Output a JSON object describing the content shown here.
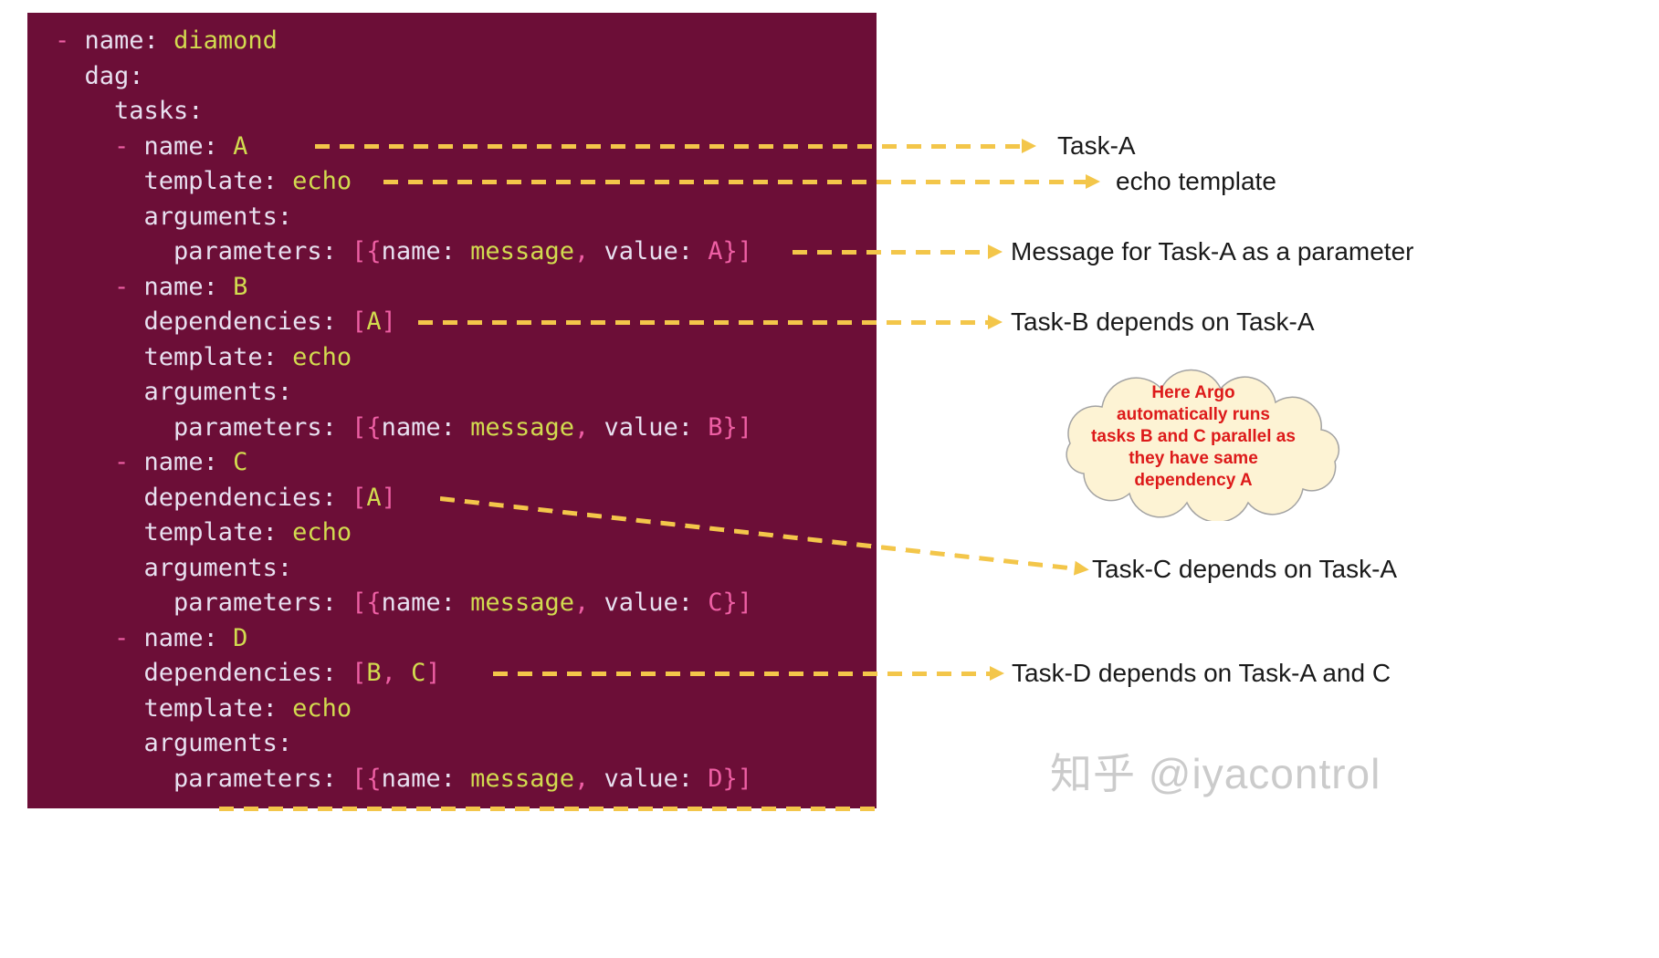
{
  "code": {
    "lines": [
      [
        {
          "t": "- ",
          "c": "p"
        },
        {
          "t": "name: ",
          "c": "k"
        },
        {
          "t": "diamond",
          "c": "y"
        }
      ],
      [
        {
          "t": "  dag:",
          "c": "k"
        }
      ],
      [
        {
          "t": "    tasks:",
          "c": "k"
        }
      ],
      [
        {
          "t": "    - ",
          "c": "p"
        },
        {
          "t": "name: ",
          "c": "k"
        },
        {
          "t": "A",
          "c": "y"
        }
      ],
      [
        {
          "t": "      template: ",
          "c": "k"
        },
        {
          "t": "echo",
          "c": "y"
        }
      ],
      [
        {
          "t": "      arguments:",
          "c": "k"
        }
      ],
      [
        {
          "t": "        parameters: ",
          "c": "k"
        },
        {
          "t": "[{",
          "c": "p"
        },
        {
          "t": "name: ",
          "c": "k"
        },
        {
          "t": "message",
          "c": "y"
        },
        {
          "t": ", ",
          "c": "p"
        },
        {
          "t": "value: ",
          "c": "k"
        },
        {
          "t": "A}]",
          "c": "p"
        }
      ],
      [
        {
          "t": "    - ",
          "c": "p"
        },
        {
          "t": "name: ",
          "c": "k"
        },
        {
          "t": "B",
          "c": "y"
        }
      ],
      [
        {
          "t": "      dependencies: ",
          "c": "k"
        },
        {
          "t": "[",
          "c": "p"
        },
        {
          "t": "A",
          "c": "y"
        },
        {
          "t": "]",
          "c": "p"
        }
      ],
      [
        {
          "t": "      template: ",
          "c": "k"
        },
        {
          "t": "echo",
          "c": "y"
        }
      ],
      [
        {
          "t": "      arguments:",
          "c": "k"
        }
      ],
      [
        {
          "t": "        parameters: ",
          "c": "k"
        },
        {
          "t": "[{",
          "c": "p"
        },
        {
          "t": "name: ",
          "c": "k"
        },
        {
          "t": "message",
          "c": "y"
        },
        {
          "t": ", ",
          "c": "p"
        },
        {
          "t": "value: ",
          "c": "k"
        },
        {
          "t": "B}]",
          "c": "p"
        }
      ],
      [
        {
          "t": "    - ",
          "c": "p"
        },
        {
          "t": "name: ",
          "c": "k"
        },
        {
          "t": "C",
          "c": "y"
        }
      ],
      [
        {
          "t": "      dependencies: ",
          "c": "k"
        },
        {
          "t": "[",
          "c": "p"
        },
        {
          "t": "A",
          "c": "y"
        },
        {
          "t": "]",
          "c": "p"
        }
      ],
      [
        {
          "t": "      template: ",
          "c": "k"
        },
        {
          "t": "echo",
          "c": "y"
        }
      ],
      [
        {
          "t": "      arguments:",
          "c": "k"
        }
      ],
      [
        {
          "t": "        parameters: ",
          "c": "k"
        },
        {
          "t": "[{",
          "c": "p"
        },
        {
          "t": "name: ",
          "c": "k"
        },
        {
          "t": "message",
          "c": "y"
        },
        {
          "t": ", ",
          "c": "p"
        },
        {
          "t": "value: ",
          "c": "k"
        },
        {
          "t": "C}]",
          "c": "p"
        }
      ],
      [
        {
          "t": "    - ",
          "c": "p"
        },
        {
          "t": "name: ",
          "c": "k"
        },
        {
          "t": "D",
          "c": "y"
        }
      ],
      [
        {
          "t": "      dependencies: ",
          "c": "k"
        },
        {
          "t": "[",
          "c": "p"
        },
        {
          "t": "B",
          "c": "y"
        },
        {
          "t": ", ",
          "c": "p"
        },
        {
          "t": "C",
          "c": "y"
        },
        {
          "t": "]",
          "c": "p"
        }
      ],
      [
        {
          "t": "      template: ",
          "c": "k"
        },
        {
          "t": "echo",
          "c": "y"
        }
      ],
      [
        {
          "t": "      arguments:",
          "c": "k"
        }
      ],
      [
        {
          "t": "        parameters: ",
          "c": "k"
        },
        {
          "t": "[{",
          "c": "p"
        },
        {
          "t": "name: ",
          "c": "k"
        },
        {
          "t": "message",
          "c": "y"
        },
        {
          "t": ", ",
          "c": "p"
        },
        {
          "t": "value: ",
          "c": "k"
        },
        {
          "t": "D}]",
          "c": "p"
        }
      ]
    ]
  },
  "annotations": [
    {
      "label": "Task-A"
    },
    {
      "label": "echo template"
    },
    {
      "label": "Message for Task-A as a parameter"
    },
    {
      "label": "Task-B depends on Task-A"
    },
    {
      "label": "Task-C depends on Task-A"
    },
    {
      "label": "Task-D depends on Task-A and C"
    }
  ],
  "cloud": {
    "lines": [
      "Here Argo",
      "automatically runs",
      "tasks B and C parallel as",
      "they have same",
      "dependency A"
    ]
  },
  "watermark": "知乎 @iyacontrol",
  "colors": {
    "panel_bg": "#6c0e37",
    "yaml_key": "#e8e0f0",
    "yaml_value": "#d2db4f",
    "yaml_punct": "#ee5fa4",
    "arrow": "#f3c64a",
    "cloud_fill": "#fdf3d4",
    "cloud_border": "#a3a3a3",
    "cloud_text": "#dd1a1a",
    "label_text": "#1a1a1a",
    "watermark_text": "#cbcbcb"
  }
}
